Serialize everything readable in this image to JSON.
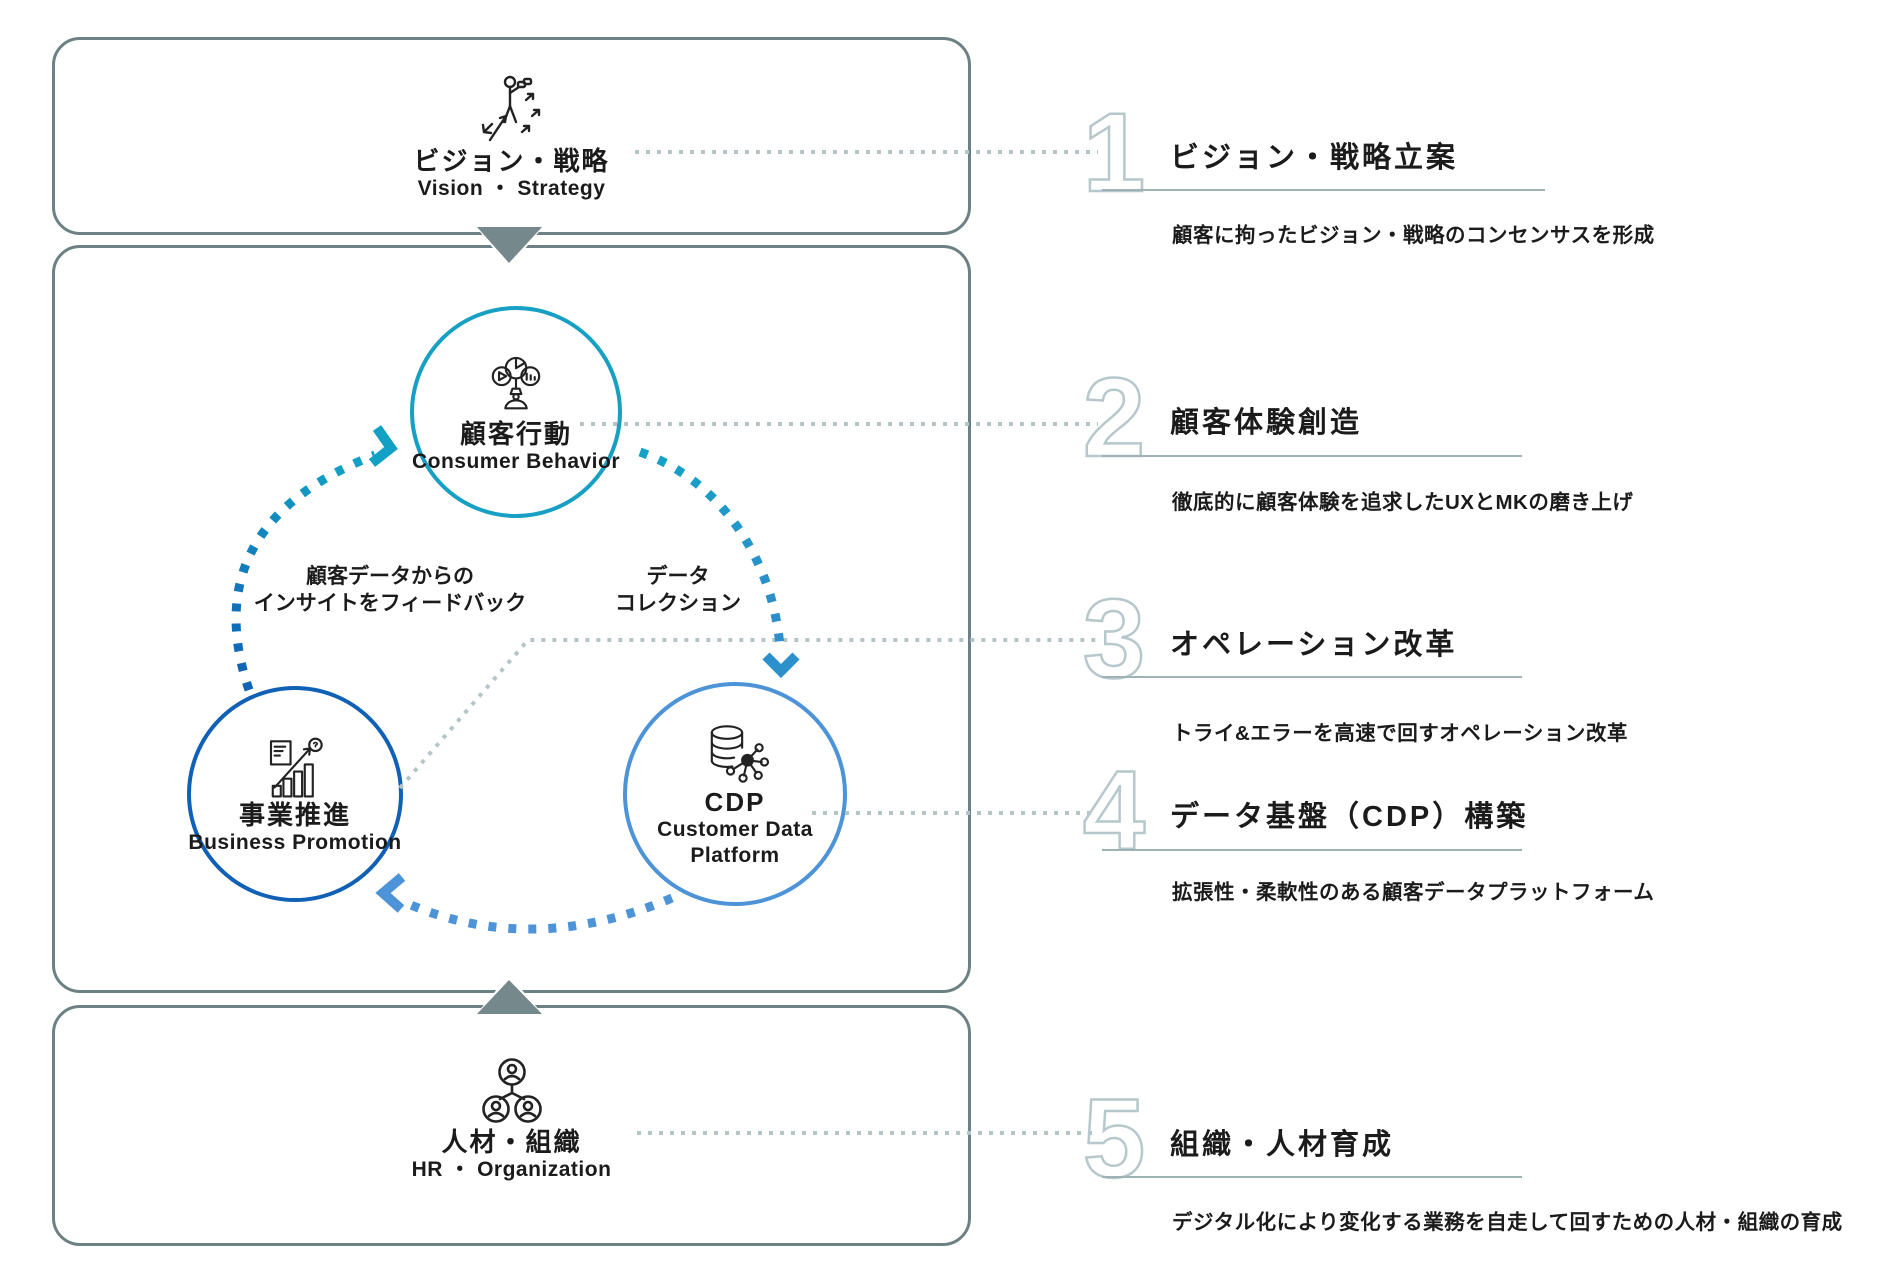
{
  "colors": {
    "frame_border": "#6d8184",
    "triangle": "#75888b",
    "dotted_connector": "#b4c5c8",
    "number_outline": "#b6c8cc",
    "underline": "#9fb3b7",
    "circle_consumer": "#17a0c4",
    "circle_business": "#1061b5",
    "circle_cdp": "#4d93d8",
    "arc_teal": "#12a0c5",
    "arc_blue": "#4d93d8",
    "text": "#1b1b1b"
  },
  "icons": {
    "vision": "person-with-binoculars-on-rising-arrow-icon",
    "consumer": "media-audience-icon",
    "business": "growth-chart-document-icon",
    "cdp": "database-network-icon",
    "hr": "org-chart-people-icon"
  },
  "boxes": {
    "vision": {
      "jp": "ビジョン・戦略",
      "en": "Vision ・ Strategy"
    },
    "hr": {
      "jp": "人材・組織",
      "en": "HR ・ Organization"
    }
  },
  "circles": {
    "consumer": {
      "jp": "顧客行動",
      "en": "Consumer Behavior"
    },
    "business": {
      "jp": "事業推進",
      "en": "Business Promotion"
    },
    "cdp": {
      "line1": "CDP",
      "line2": "Customer Data",
      "line3": "Platform"
    }
  },
  "arrows": {
    "feedback": {
      "line1": "顧客データからの",
      "line2": "インサイトをフィードバック"
    },
    "collection": {
      "line1": "データ",
      "line2": "コレクション"
    }
  },
  "steps": [
    {
      "num": "1",
      "title": "ビジョン・戦略立案",
      "desc": "顧客に拘ったビジョン・戦略のコンセンサスを形成"
    },
    {
      "num": "2",
      "title": "顧客体験創造",
      "desc": "徹底的に顧客体験を追求したUXとMKの磨き上げ"
    },
    {
      "num": "3",
      "title": "オペレーション改革",
      "desc": "トライ&エラーを高速で回すオペレーション改革"
    },
    {
      "num": "4",
      "title": "データ基盤（CDP）構築",
      "desc": "拡張性・柔軟性のある顧客データプラットフォーム"
    },
    {
      "num": "5",
      "title": "組織・人材育成",
      "desc": "デジタル化により変化する業務を自走して回すための人材・組織の育成"
    }
  ]
}
